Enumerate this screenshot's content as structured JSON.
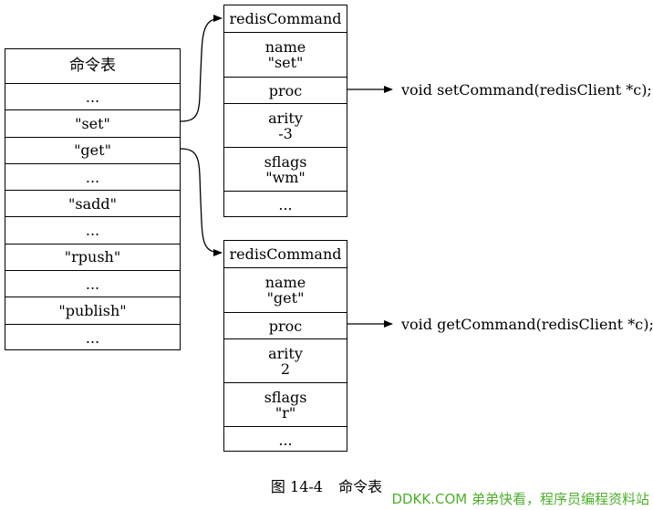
{
  "command_table": {
    "header": "命令表",
    "rows": [
      "...",
      "\"set\"",
      "\"get\"",
      "...",
      "\"sadd\"",
      "...",
      "\"rpush\"",
      "...",
      "\"publish\"",
      "..."
    ]
  },
  "set_command": {
    "title": "redisCommand",
    "name_label": "name",
    "name_value": "\"set\"",
    "proc_label": "proc",
    "arity_label": "arity",
    "arity_value": "-3",
    "sflags_label": "sflags",
    "sflags_value": "\"wm\"",
    "more": "...",
    "proc_target": "void setCommand(redisClient *c);"
  },
  "get_command": {
    "title": "redisCommand",
    "name_label": "name",
    "name_value": "\"get\"",
    "proc_label": "proc",
    "arity_label": "arity",
    "arity_value": "2",
    "sflags_label": "sflags",
    "sflags_value": "\"r\"",
    "more": "...",
    "proc_target": "void getCommand(redisClient *c);"
  },
  "caption": {
    "figure_number": "图 14-4",
    "title": "命令表"
  },
  "watermark": "DDKK.COM 弟弟快看，程序员编程资料站"
}
